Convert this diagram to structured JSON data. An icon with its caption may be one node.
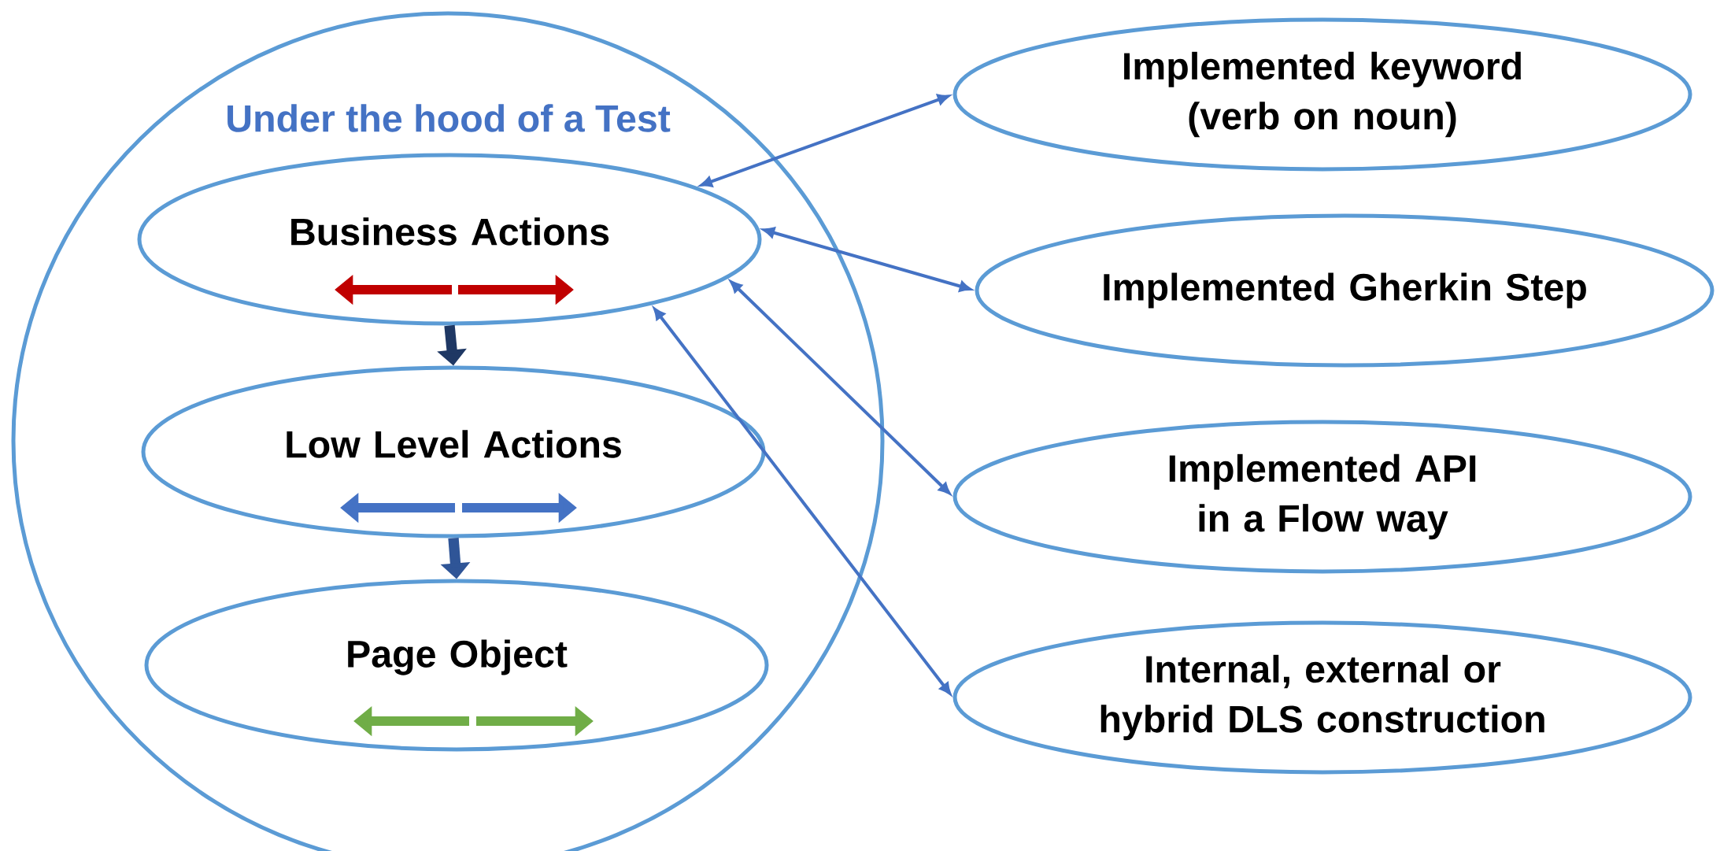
{
  "diagram": {
    "nodes": [
      {
        "text": [
          "Under the hood of a Test"
        ]
      },
      {
        "text": [
          "Business Actions"
        ],
        "in": 0
      },
      {
        "text": [
          "Low Level Actions"
        ],
        "in": 0
      },
      {
        "text": [
          "Page Object"
        ],
        "in": 0
      },
      {
        "text": [
          "Implemented keyword (verb on noun)"
        ]
      },
      {
        "text": [
          "Implemented Gherkin Step"
        ]
      },
      {
        "text": [
          "Implemented API in a Flow way"
        ]
      },
      {
        "text": [
          "Internal, external or hybrid DLS construction"
        ]
      }
    ],
    "edges": [
      {
        "from": 1,
        "to": 2,
        "arrow": "to",
        "style": "thick",
        "color": "#1f3864"
      },
      {
        "from": 2,
        "to": 3,
        "arrow": "to",
        "style": "thick",
        "color": "#2f5597"
      },
      {
        "from": 1,
        "to": 4,
        "arrow": "both"
      },
      {
        "from": 1,
        "to": 5,
        "arrow": "both"
      },
      {
        "from": 1,
        "to": 6,
        "arrow": "both"
      },
      {
        "from": 1,
        "to": 7,
        "arrow": "both"
      }
    ]
  }
}
